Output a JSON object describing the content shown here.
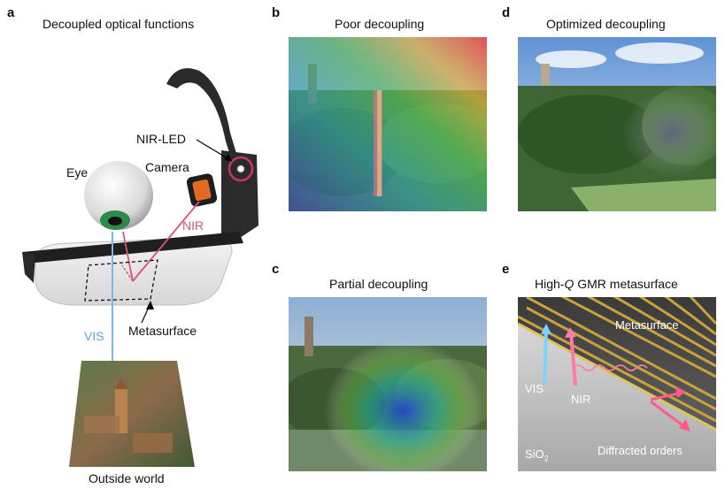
{
  "panels": {
    "a": {
      "letter": "a",
      "title": "Decoupled optical functions",
      "labels": {
        "nir_led": "NIR-LED",
        "eye": "Eye",
        "camera": "Camera",
        "nir": "NIR",
        "vis": "VIS",
        "metasurface": "Metasurface",
        "outside_world": "Outside world"
      }
    },
    "b": {
      "letter": "b",
      "title": "Poor decoupling"
    },
    "c": {
      "letter": "c",
      "title": "Partial decoupling"
    },
    "d": {
      "letter": "d",
      "title": "Optimized decoupling"
    },
    "e": {
      "letter": "e",
      "title_prefix": "High-",
      "title_q": "Q",
      "title_suffix": " GMR metasurface",
      "labels": {
        "metasurface": "Metasurface",
        "vis": "VIS",
        "nir": "NIR",
        "sio2_main": "SiO",
        "sio2_sub": "2",
        "diffracted": "Diffracted orders"
      }
    }
  },
  "colors": {
    "nir": "#d9547a",
    "vis": "#5aa6e0",
    "led_ring": "#c8375a",
    "gold": "#c9a23a"
  }
}
